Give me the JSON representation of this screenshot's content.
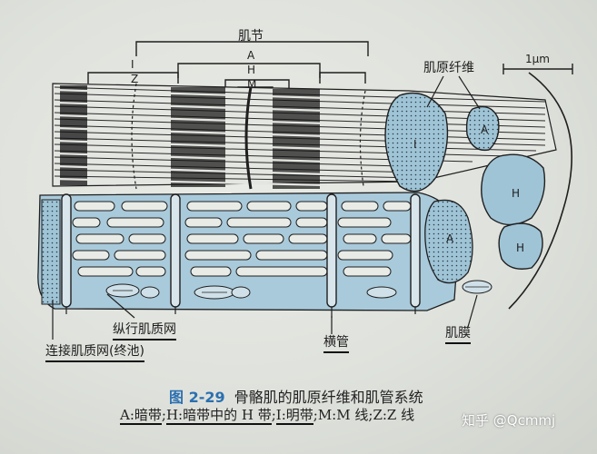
{
  "labels": {
    "sarcomere": "肌节",
    "i_band": "I",
    "z_line": "Z",
    "a_band": "A",
    "h_zone": "H",
    "m_line": "M",
    "myofibril": "肌原纤维",
    "scale": "1μm",
    "fiber_i": "I",
    "fiber_a_small": "A",
    "fiber_h_big": "H",
    "fiber_h_small": "H",
    "fiber_a_inner": "A",
    "longitudinal_sr": "纵行肌质网",
    "terminal_cisterna": "连接肌质网(终池)",
    "t_tubule": "横管",
    "sarcolemma": "肌膜"
  },
  "caption": {
    "figure_number": "图 2-29",
    "title": "骨骼肌的肌原纤维和肌管系统"
  },
  "legend": {
    "a_key": "A:暗带",
    "sep1": ";",
    "h_key": "H:暗带中的 H 带",
    "sep2": ";",
    "i_key": "I:明带",
    "sep3": ";",
    "m_key": "M:M 线",
    "sep4": ";",
    "z_key": "Z:Z 线"
  },
  "watermark": "知乎 @Qcmmj",
  "colors": {
    "tissue_blue": "#9fc4d6",
    "line_dark": "#1f1f1f",
    "figure_blue": "#2b6fb0"
  }
}
